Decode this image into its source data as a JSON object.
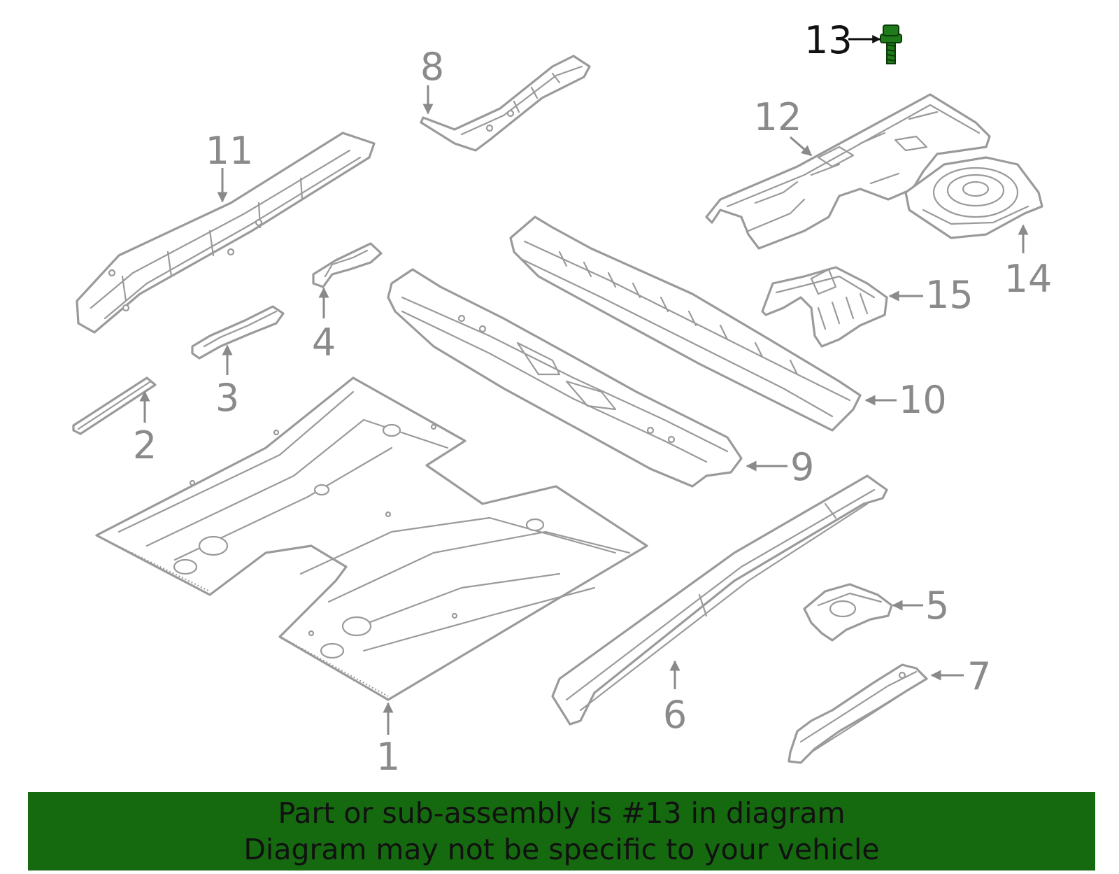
{
  "callouts": {
    "c1": "1",
    "c2": "2",
    "c3": "3",
    "c4": "4",
    "c5": "5",
    "c6": "6",
    "c7": "7",
    "c8": "8",
    "c9": "9",
    "c10": "10",
    "c11": "11",
    "c12": "12",
    "c13": "13",
    "c14": "14",
    "c15": "15"
  },
  "highlighted_callout": "13",
  "banner": {
    "line1": "Part or sub-assembly is #13 in diagram",
    "line2": "Diagram may not be specific to your vehicle"
  },
  "colors": {
    "banner_background": "#156a10",
    "highlight_part": "#1f7a1a",
    "line_art": "#9a9a9a"
  },
  "icons": {
    "highlighted_part": "bolt-icon"
  }
}
